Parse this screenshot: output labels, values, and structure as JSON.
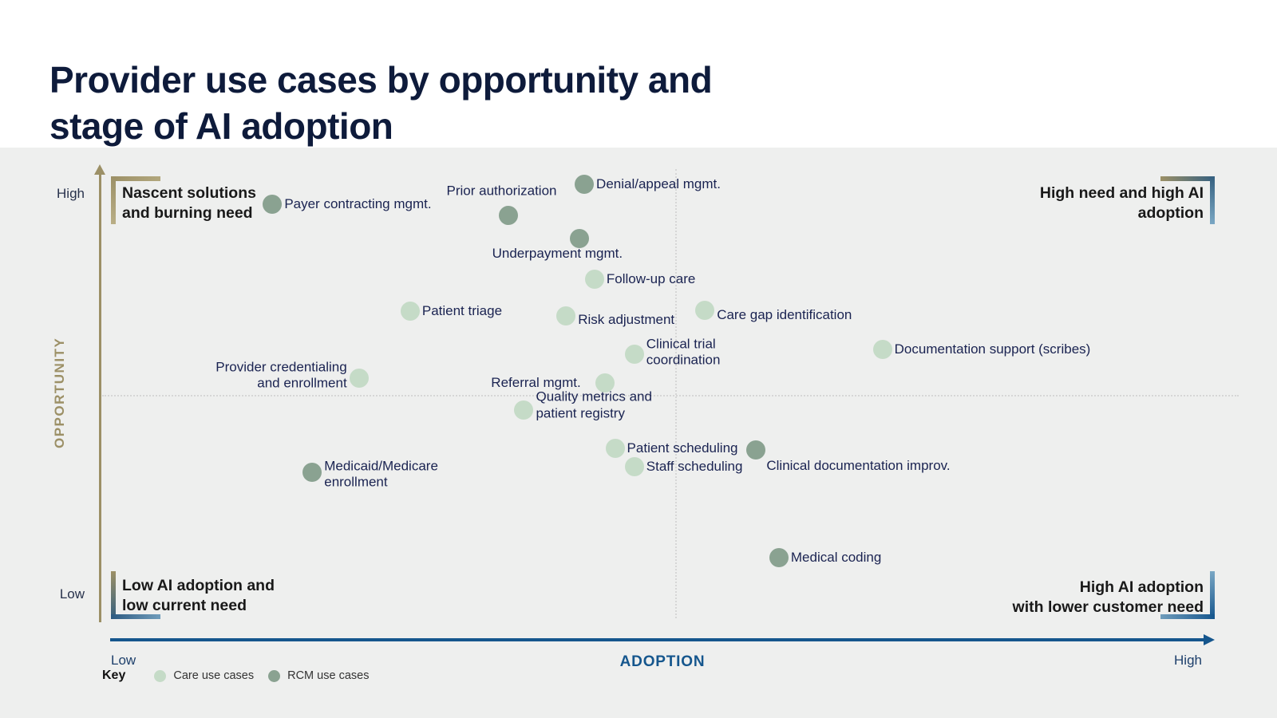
{
  "page": {
    "title_line1": "Provider use cases by opportunity and",
    "title_line2": "stage of AI adoption"
  },
  "axes": {
    "y_title": "OPPORTUNITY",
    "y_top": "High",
    "y_bottom": "Low",
    "x_title": "ADOPTION",
    "x_left": "Low",
    "x_right": "High"
  },
  "quadrants": {
    "top_left": "Nascent solutions\nand burning need",
    "top_right": "High need and high AI\nadoption",
    "bottom_left": "Low AI adoption and\nlow current need",
    "bottom_right": "High AI adoption\nwith lower customer need"
  },
  "legend": {
    "key_label": "Key",
    "items": [
      {
        "series": "care",
        "label": "Care use cases"
      },
      {
        "series": "rcm",
        "label": "RCM use cases"
      }
    ]
  },
  "colors": {
    "care": "#c5dbc7",
    "rcm": "#8aa291",
    "axis_tan": "#9c9066",
    "axis_blue": "#15568d",
    "title": "#0e1b3b",
    "label": "#1a2351",
    "dotted": "#d6d6d6",
    "panel": "#eeefee"
  },
  "chart_data": {
    "type": "scatter",
    "title": "Provider use cases by opportunity and stage of AI adoption",
    "xlabel": "ADOPTION",
    "ylabel": "OPPORTUNITY",
    "x_range": [
      "Low",
      "High"
    ],
    "y_range": [
      "Low",
      "High"
    ],
    "grid": "dotted crosshair at midpoints",
    "legend_position": "bottom-left",
    "series": [
      {
        "name": "Care use cases",
        "series": "care"
      },
      {
        "name": "RCM use cases",
        "series": "rcm"
      }
    ],
    "points": [
      {
        "label": "Payer contracting mgmt.",
        "series": "rcm",
        "adoption": 15.1,
        "opportunity": 92.5,
        "label_pos": "right"
      },
      {
        "label": "Prior authorization",
        "series": "rcm",
        "adoption": 35.8,
        "opportunity": 90.2,
        "label_pos": "above",
        "dx": -8,
        "dy": -4
      },
      {
        "label": "Denial/appeal mgmt.",
        "series": "rcm",
        "adoption": 42.5,
        "opportunity": 96.8,
        "label_pos": "right"
      },
      {
        "label": "Underpayment mgmt.",
        "series": "rcm",
        "adoption": 42.1,
        "opportunity": 85.2,
        "label_pos": "below",
        "dx": -28,
        "dy": -6
      },
      {
        "label": "Follow-up care",
        "series": "care",
        "adoption": 43.4,
        "opportunity": 76.6,
        "label_pos": "right"
      },
      {
        "label": "Patient triage",
        "series": "care",
        "adoption": 27.2,
        "opportunity": 69.8,
        "label_pos": "right"
      },
      {
        "label": "Risk adjustment",
        "series": "care",
        "adoption": 40.9,
        "opportunity": 68.8,
        "label_pos": "right",
        "dy": 5
      },
      {
        "label": "Care gap identification",
        "series": "care",
        "adoption": 53.1,
        "opportunity": 70.0,
        "label_pos": "right",
        "dy": 6
      },
      {
        "label": "Clinical trial\ncoordination",
        "series": "care",
        "adoption": 46.9,
        "opportunity": 60.6,
        "label_pos": "right",
        "dy": -2
      },
      {
        "label": "Documentation support (scribes)",
        "series": "care",
        "adoption": 68.7,
        "opportunity": 61.6,
        "label_pos": "right"
      },
      {
        "label": "Provider credentialing\nand enrollment",
        "series": "care",
        "adoption": 22.7,
        "opportunity": 55.5,
        "label_pos": "left",
        "dy": -3
      },
      {
        "label": "Referral mgmt.",
        "series": "care",
        "adoption": 44.3,
        "opportunity": 54.5,
        "label_pos": "left",
        "dx": -15
      },
      {
        "label": "Quality metrics and\npatient registry",
        "series": "care",
        "adoption": 37.2,
        "opportunity": 48.7,
        "label_pos": "right",
        "dy": -6
      },
      {
        "label": "Patient scheduling",
        "series": "care",
        "adoption": 45.2,
        "opportunity": 40.6,
        "label_pos": "right"
      },
      {
        "label": "Staff scheduling",
        "series": "care",
        "adoption": 46.9,
        "opportunity": 36.7,
        "label_pos": "right"
      },
      {
        "label": "Clinical documentation improv.",
        "series": "rcm",
        "adoption": 57.6,
        "opportunity": 40.2,
        "label_pos": "right",
        "dx": -2,
        "dy": 20
      },
      {
        "label": "Medicaid/Medicare\nenrollment",
        "series": "rcm",
        "adoption": 18.6,
        "opportunity": 35.5,
        "label_pos": "right",
        "dy": 3
      },
      {
        "label": "Medical coding",
        "series": "rcm",
        "adoption": 59.6,
        "opportunity": 17.3,
        "label_pos": "right"
      }
    ]
  }
}
